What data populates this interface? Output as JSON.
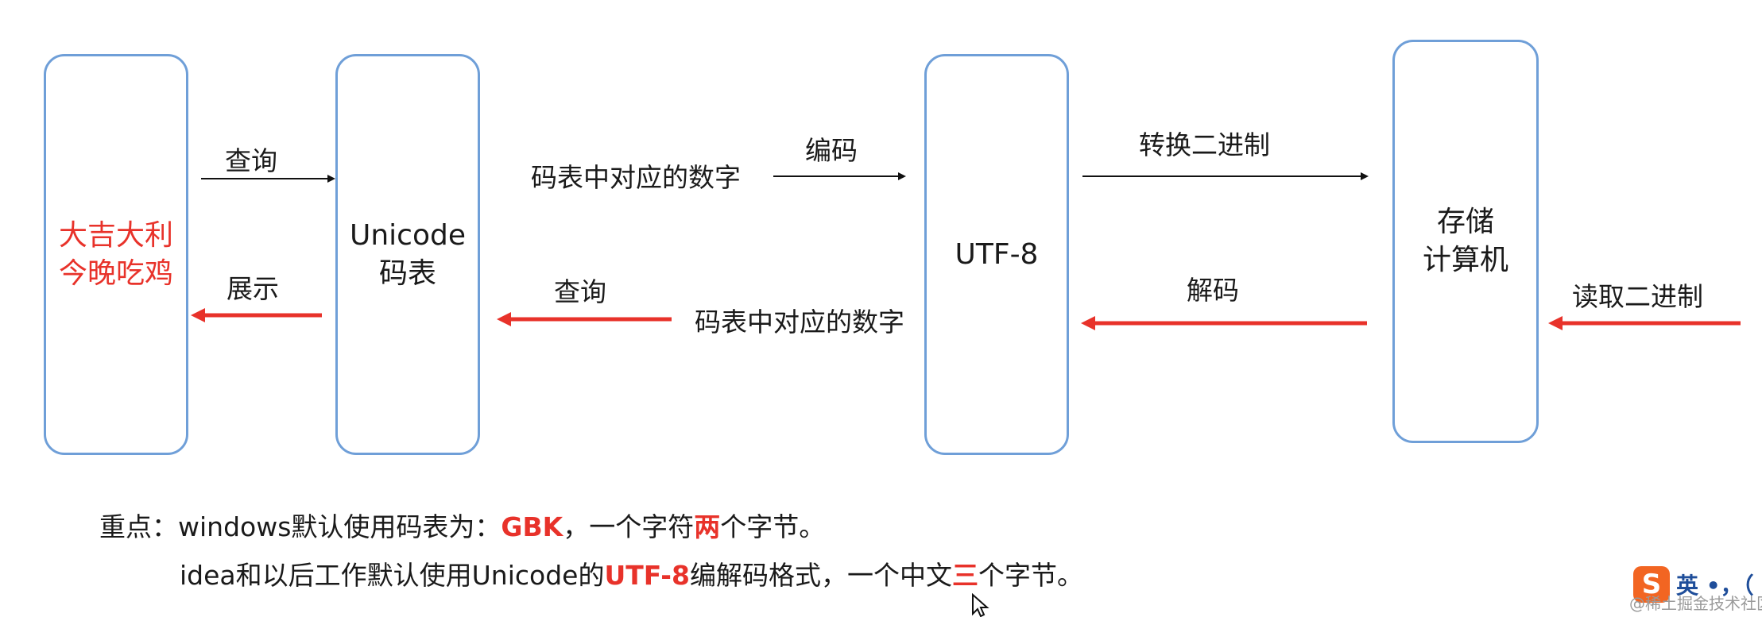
{
  "boxes": {
    "display_text": "大吉大利\n今晚吃鸡",
    "unicode_table": "Unicode\n码表",
    "utf8": "UTF-8",
    "storage": "存储\n计算机"
  },
  "labels": {
    "query_top": "查询",
    "number_top": "码表中对应的数字",
    "encode": "编码",
    "to_binary": "转换二进制",
    "show": "展示",
    "query_bottom": "查询",
    "number_bottom": "码表中对应的数字",
    "decode": "解码",
    "read_binary": "读取二进制"
  },
  "notes": {
    "line1": {
      "prefix": "重点：windows默认使用码表为：",
      "gbk": "GBK",
      "mid": "，一个字符",
      "two": "两",
      "suffix": "个字节。"
    },
    "line2": {
      "prefix": "idea和以后工作默认使用Unicode的",
      "utf8": "UTF-8",
      "mid": "编解码格式，一个中文",
      "three": "三",
      "suffix": "个字节。"
    }
  },
  "ime": {
    "logo": "S",
    "text": "英 •，（"
  },
  "watermark": "@稀土掘金技术社区",
  "colors": {
    "box_border": "#6f9fd8",
    "red_arrow": "#e8322a",
    "black_arrow": "#111111",
    "highlight": "#e8322a"
  }
}
